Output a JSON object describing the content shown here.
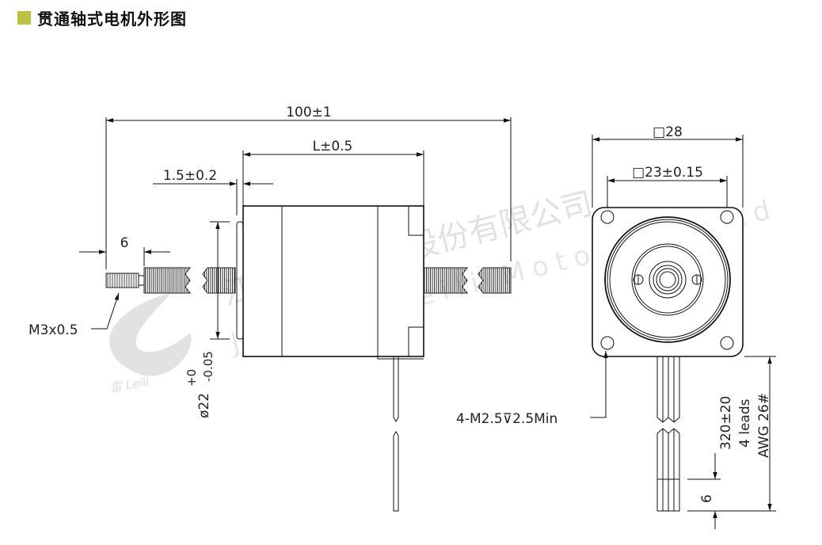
{
  "title": "贯通轴式电机外形图",
  "colors": {
    "title_marker": "#bcc23f",
    "line": "#111111",
    "watermark": "#d8d8d8"
  },
  "watermark": {
    "company_cn": "江苏雷利电机股份有限公司",
    "company_en": "Jiangsu Leili Motor Co.,Ltd",
    "logo_text": "Leili",
    "logo_char": "雷"
  },
  "side_view": {
    "overall_length": "100±1",
    "body_length": "L±0.5",
    "boss_height": "1.5±0.2",
    "screw_length": "6",
    "screw_thread": "M3x0.5",
    "boss_diameter": "ø22",
    "boss_tol_upper": "+0",
    "boss_tol_lower": "-0.05"
  },
  "front_view": {
    "frame_size": "□28",
    "hole_pitch": "□23±0.15",
    "mount_holes": "4-M2.5⊽2.5Min",
    "lead_length": "320±20",
    "lead_count": "4 leads",
    "lead_gauge": "AWG 26#",
    "strip_length": "6"
  }
}
